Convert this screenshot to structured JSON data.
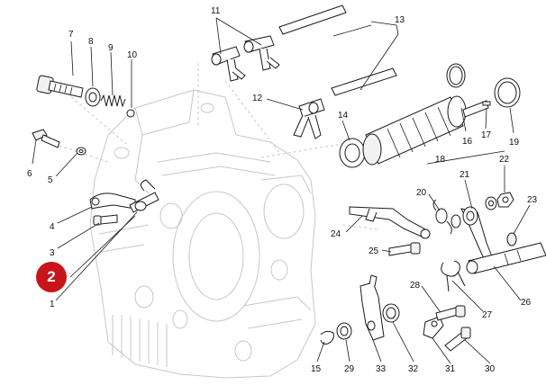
{
  "callout": {
    "label": "2",
    "color": "#c8151b"
  },
  "labels": [
    {
      "id": "1",
      "text": "1"
    },
    {
      "id": "3a",
      "text": "3"
    },
    {
      "id": "3b",
      "text": "3"
    },
    {
      "id": "4",
      "text": "4"
    },
    {
      "id": "5",
      "text": "5"
    },
    {
      "id": "6",
      "text": "6"
    },
    {
      "id": "7",
      "text": "7"
    },
    {
      "id": "8",
      "text": "8"
    },
    {
      "id": "9",
      "text": "9"
    },
    {
      "id": "10",
      "text": "10"
    },
    {
      "id": "11",
      "text": "11"
    },
    {
      "id": "12",
      "text": "12"
    },
    {
      "id": "13",
      "text": "13"
    },
    {
      "id": "14",
      "text": "14"
    },
    {
      "id": "15",
      "text": "15"
    },
    {
      "id": "16",
      "text": "16"
    },
    {
      "id": "17",
      "text": "17"
    },
    {
      "id": "18",
      "text": "18"
    },
    {
      "id": "19",
      "text": "19"
    },
    {
      "id": "20",
      "text": "20"
    },
    {
      "id": "21",
      "text": "21"
    },
    {
      "id": "22",
      "text": "22"
    },
    {
      "id": "23",
      "text": "23"
    },
    {
      "id": "24",
      "text": "24"
    },
    {
      "id": "25",
      "text": "25"
    },
    {
      "id": "26",
      "text": "26"
    },
    {
      "id": "27",
      "text": "27"
    },
    {
      "id": "28",
      "text": "28"
    },
    {
      "id": "29",
      "text": "29"
    },
    {
      "id": "30",
      "text": "30"
    },
    {
      "id": "31",
      "text": "31"
    },
    {
      "id": "32",
      "text": "32"
    },
    {
      "id": "33",
      "text": "33"
    }
  ]
}
